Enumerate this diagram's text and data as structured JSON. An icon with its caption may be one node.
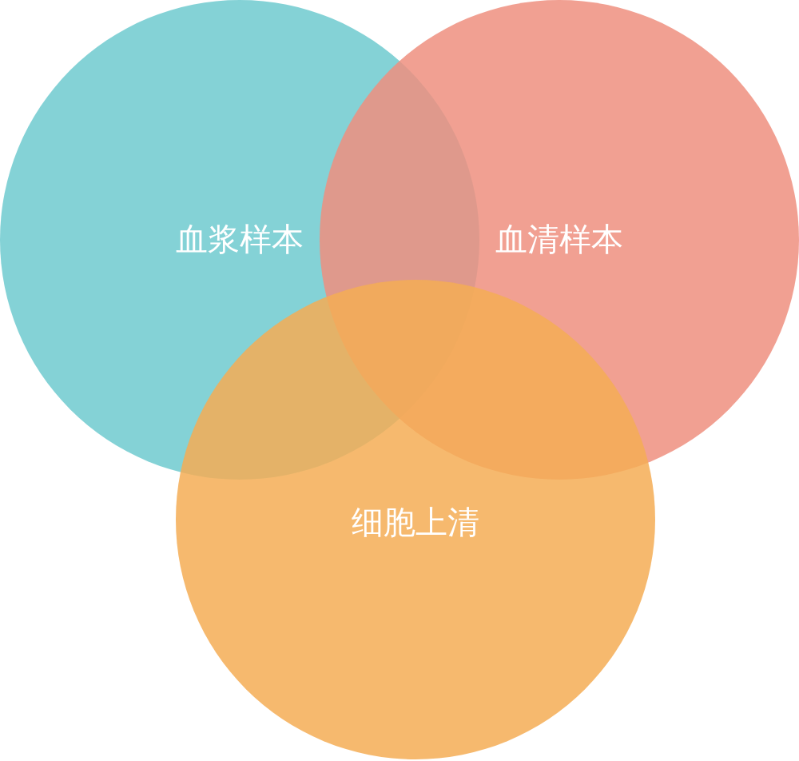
{
  "diagram": {
    "nodes": [
      {
        "text": [
          "血浆样本"
        ]
      },
      {
        "text": [
          "血清样本"
        ]
      },
      {
        "text": [
          "细胞上清"
        ]
      }
    ]
  }
}
